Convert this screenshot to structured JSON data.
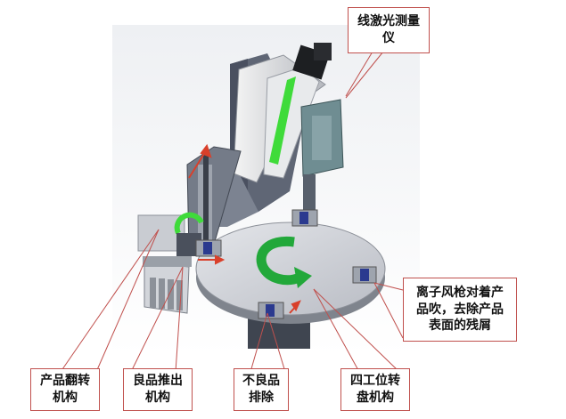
{
  "labels": {
    "laser_meter": "线激光测量仪",
    "ionizer": "离子风枪对着产\n品吹，去除产品\n表面的残屑",
    "flip": "产品翻转\n机构",
    "good_push": "良品推出\n机构",
    "reject": "不良品\n排除",
    "turntable": "四工位转\n盘机构"
  },
  "colors": {
    "callout_border": "#c0504d",
    "leader_line": "#c0504d",
    "rotation_arrow": "#22a83a",
    "motion_arrow": "#d9402b",
    "machine_body": "#6f7683",
    "turntable": "#d6d8de",
    "fixture": "#2b3a8f"
  },
  "icons": {
    "rotation": "clockwise-rotation-arrow-icon",
    "motion": "red-motion-arrow-icon"
  }
}
